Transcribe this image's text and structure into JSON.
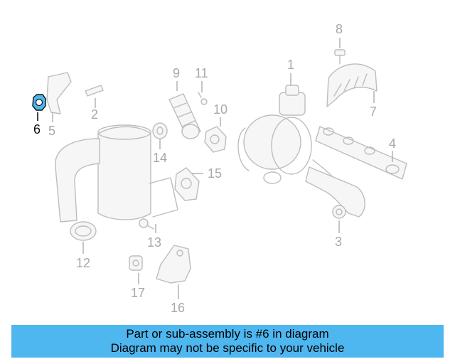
{
  "callouts": [
    "1",
    "2",
    "3",
    "4",
    "5",
    "6",
    "7",
    "8",
    "9",
    "10",
    "11",
    "12",
    "13",
    "14",
    "15",
    "16",
    "17"
  ],
  "highlighted_callout": "6",
  "colors": {
    "banner": "#4fb7ef",
    "highlight_part": "#4fb7ef",
    "line_art": "#bdbdbd"
  },
  "banner": {
    "line1": "Part or sub-assembly is #6 in diagram",
    "line2": "Diagram may not be specific to your vehicle"
  }
}
